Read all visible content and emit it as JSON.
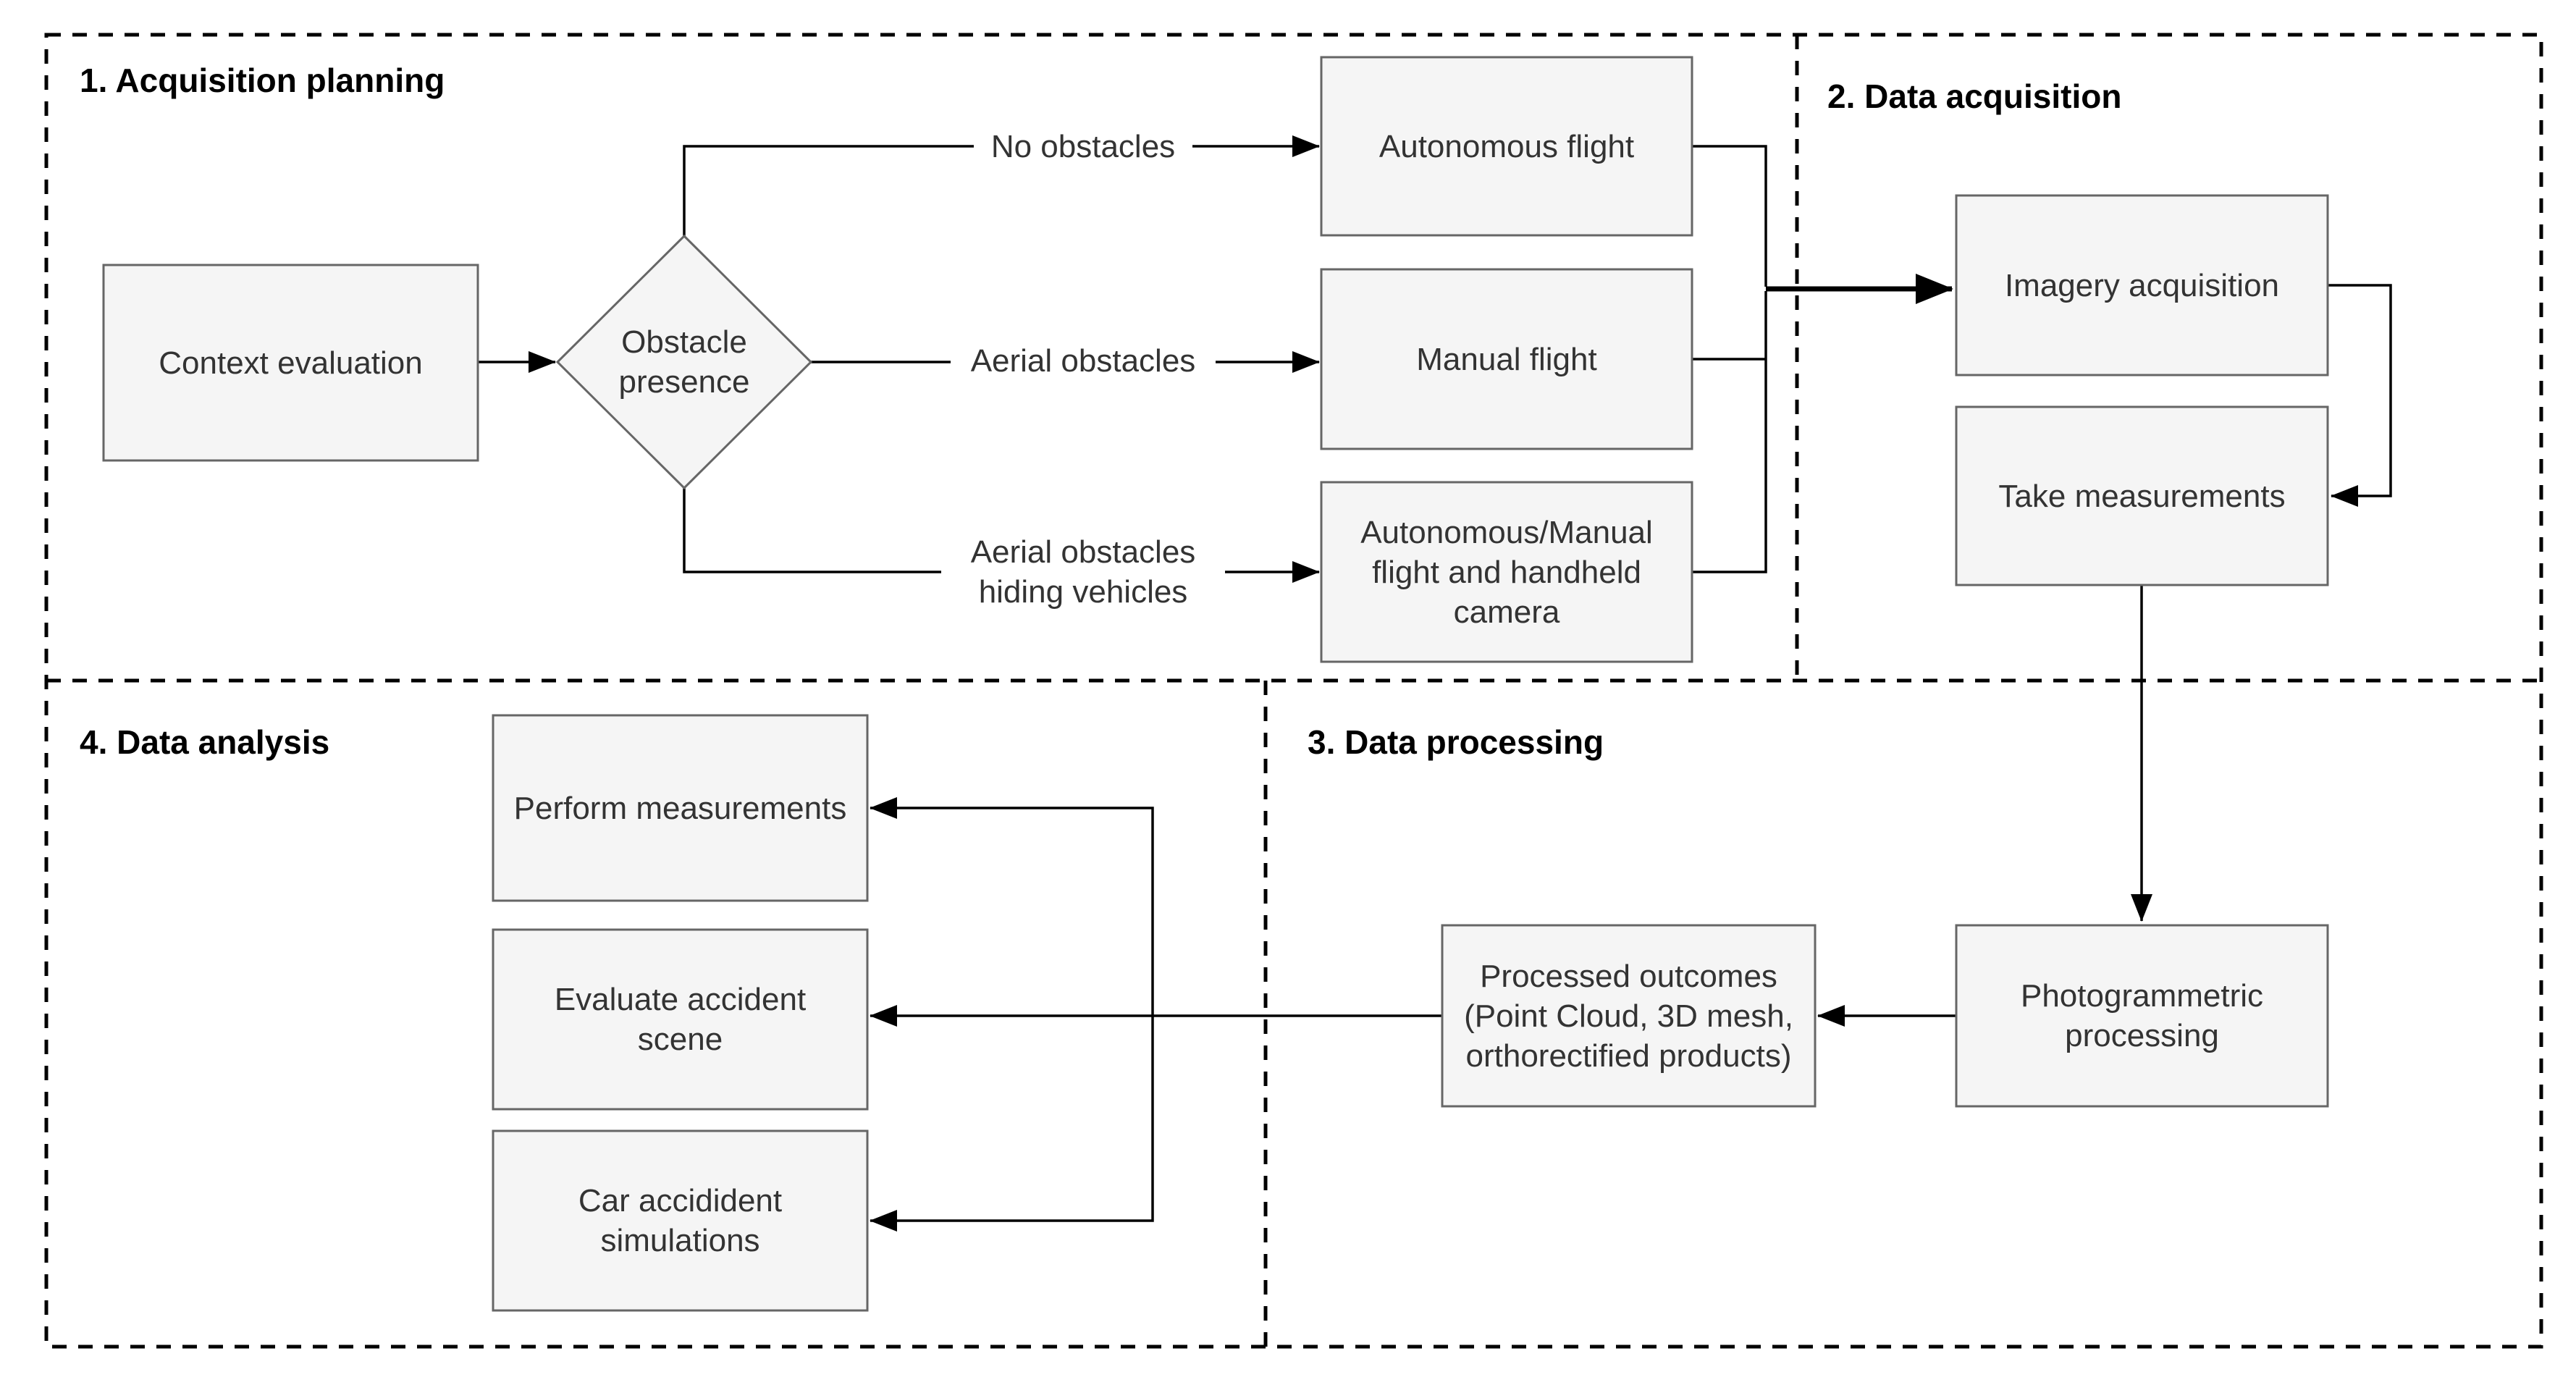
{
  "frames": {
    "acquisition_planning": {
      "label": "1. Acquisition planning"
    },
    "data_acquisition": {
      "label": "2. Data acquisition"
    },
    "data_processing": {
      "label": "3. Data processing"
    },
    "data_analysis": {
      "label": "4. Data analysis"
    }
  },
  "nodes": {
    "context_evaluation": {
      "label": "Context evaluation",
      "shape": "rectangle"
    },
    "obstacle_presence": {
      "label": "Obstacle presence",
      "shape": "diamond"
    },
    "autonomous_flight": {
      "label": "Autonomous flight",
      "shape": "rectangle"
    },
    "manual_flight": {
      "label": "Manual flight",
      "shape": "rectangle"
    },
    "autonomous_manual_flight": {
      "label": "Autonomous/Manual flight and handheld camera",
      "shape": "rectangle"
    },
    "imagery_acquisition": {
      "label": "Imagery acquisition",
      "shape": "rectangle"
    },
    "take_measurements": {
      "label": "Take measurements",
      "shape": "rectangle"
    },
    "photogrammetric_processing": {
      "label": "Photogrammetric processing",
      "shape": "rectangle"
    },
    "processed_outcomes": {
      "label": "Processed outcomes (Point Cloud, 3D mesh, orthorectified products)",
      "shape": "rectangle"
    },
    "perform_measurements": {
      "label": "Perform measurements",
      "shape": "rectangle"
    },
    "evaluate_accident_scene": {
      "label": "Evaluate accident scene",
      "shape": "rectangle"
    },
    "car_accident_simulations": {
      "label": "Car accidident simulations",
      "shape": "rectangle"
    }
  },
  "edge_labels": {
    "no_obstacles": {
      "label": "No obstacles"
    },
    "aerial_obstacles": {
      "label": "Aerial obstacles"
    },
    "aerial_obstacles_hiding_vehicles": {
      "label": "Aerial obstacles hiding vehicles"
    }
  },
  "colors": {
    "background": "#ffffff",
    "node_fill": "#f5f5f5",
    "node_stroke": "#666666",
    "node_text": "#333333",
    "frame_stroke": "#000000",
    "frame_label_text": "#000000",
    "connector": "#000000"
  }
}
